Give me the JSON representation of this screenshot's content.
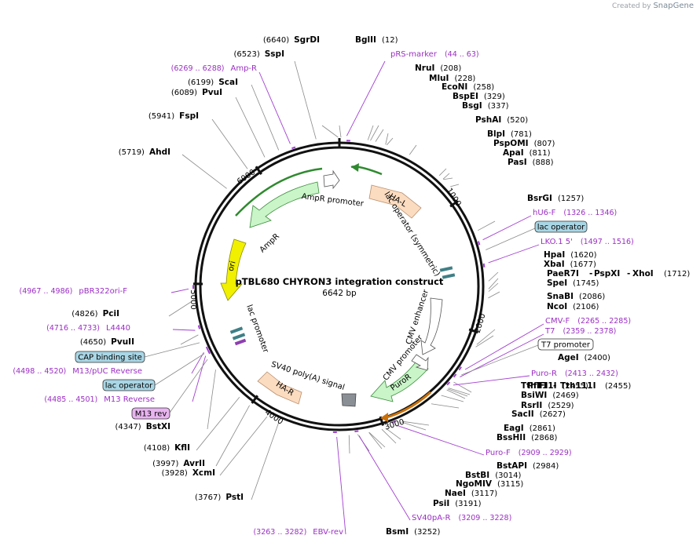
{
  "brand": {
    "prefix": "Created by",
    "name": "SnapGene"
  },
  "title": "pTBL680 CHYRON3 integration construct",
  "length_label": "6642 bp",
  "ticks": [
    "1000",
    "2000",
    "3000",
    "4000",
    "5000",
    "6000"
  ],
  "features": [
    {
      "name": "HA-L",
      "color": "#fcdcc0"
    },
    {
      "name": "HA-R",
      "color": "#fcdcc0"
    },
    {
      "name": "AmpR",
      "color": "#c9f5c9"
    },
    {
      "name": "ori",
      "color": "#f0f000"
    },
    {
      "name": "PuroR",
      "color": "#c9f5c9"
    },
    {
      "name": "AmpR promoter",
      "color": "#ffffff"
    },
    {
      "name": "CMV promoter",
      "color": "#ffffff"
    },
    {
      "name": "CMV enhancer",
      "color": "#ffffff"
    },
    {
      "name": "lac operator (symmetric)",
      "color": "#3f7f86"
    },
    {
      "name": "lac promoter",
      "color": "#ffffff"
    },
    {
      "name": "SV40 poly(A) signal",
      "color": "#8a8f96"
    }
  ],
  "site_labels": [
    {
      "pos": "(6640)",
      "name": "SgrDI"
    },
    {
      "pos": "(12)",
      "name": "BglII"
    },
    {
      "pos": "(6523)",
      "name": "SspI"
    },
    {
      "pos": "(208)",
      "name": "NruI"
    },
    {
      "pos": "(228)",
      "name": "MluI"
    },
    {
      "pos": "(258)",
      "name": "EcoNI"
    },
    {
      "pos": "(329)",
      "name": "BspEI"
    },
    {
      "pos": "(337)",
      "name": "BsgI"
    },
    {
      "pos": "(6199)",
      "name": "ScaI"
    },
    {
      "pos": "(6089)",
      "name": "PvuI"
    },
    {
      "pos": "(520)",
      "name": "PshAI"
    },
    {
      "pos": "(5941)",
      "name": "FspI"
    },
    {
      "pos": "(781)",
      "name": "BlpI"
    },
    {
      "pos": "(807)",
      "name": "PspOMI"
    },
    {
      "pos": "(811)",
      "name": "ApaI"
    },
    {
      "pos": "(888)",
      "name": "PasI"
    },
    {
      "pos": "(5719)",
      "name": "AhdI"
    },
    {
      "pos": "(1257)",
      "name": "BsrGI"
    },
    {
      "pos": "(1620)",
      "name": "HpaI"
    },
    {
      "pos": "(1677)",
      "name": "XbaI"
    },
    {
      "pos": "(1745)",
      "name": "SpeI"
    },
    {
      "pos": "(2086)",
      "name": "SnaBI"
    },
    {
      "pos": "(2106)",
      "name": "NcoI"
    },
    {
      "pos": "(4826)",
      "name": "PciI"
    },
    {
      "pos": "(4650)",
      "name": "PvuII"
    },
    {
      "pos": "(2400)",
      "name": "AgeI"
    },
    {
      "pos": "(2455)",
      "name": "Tth111I"
    },
    {
      "pos": "(2469)",
      "name": "BsiWI"
    },
    {
      "pos": "(2529)",
      "name": "RsrII"
    },
    {
      "pos": "(2627)",
      "name": "SacII"
    },
    {
      "pos": "(4347)",
      "name": "BstXI"
    },
    {
      "pos": "(2861)",
      "name": "EagI"
    },
    {
      "pos": "(2868)",
      "name": "BssHII"
    },
    {
      "pos": "(4108)",
      "name": "KflI"
    },
    {
      "pos": "(2984)",
      "name": "BstAPI"
    },
    {
      "pos": "(3997)",
      "name": "AvrII"
    },
    {
      "pos": "(3928)",
      "name": "XcmI"
    },
    {
      "pos": "(3014)",
      "name": "BstBI"
    },
    {
      "pos": "(3115)",
      "name": "NgoMIV"
    },
    {
      "pos": "(3117)",
      "name": "NaeI"
    },
    {
      "pos": "(3767)",
      "name": "PstI"
    },
    {
      "pos": "(3191)",
      "name": "PsiI"
    },
    {
      "pos": "(3252)",
      "name": "BsmI"
    }
  ],
  "multi_sites": [
    {
      "names": [
        "PaeR7I",
        "-",
        "PspXI",
        "-",
        "XhoI"
      ],
      "pos": "(1712)"
    },
    {
      "names": [
        "PflFI",
        "-",
        "Tth111I"
      ],
      "pos": "(2455)"
    }
  ],
  "primers": [
    {
      "name": "pRS-marker",
      "range": "(44 .. 63)"
    },
    {
      "name": "Amp-R",
      "range": "(6269 .. 6288)"
    },
    {
      "name": "hU6-F",
      "range": "(1326 .. 1346)"
    },
    {
      "name": "LKO.1 5'",
      "range": "(1497 .. 1516)"
    },
    {
      "name": "pBR322ori-F",
      "range": "(4967 .. 4986)"
    },
    {
      "name": "L4440",
      "range": "(4716 .. 4733)"
    },
    {
      "name": "CMV-F",
      "range": "(2265 .. 2285)"
    },
    {
      "name": "T7",
      "range": "(2359 .. 2378)"
    },
    {
      "name": "M13/pUC Reverse",
      "range": "(4498 .. 4520)"
    },
    {
      "name": "Puro-R",
      "range": "(2413 .. 2432)"
    },
    {
      "name": "M13 Reverse",
      "range": "(4485 .. 4501)"
    },
    {
      "name": "Puro-F",
      "range": "(2909 .. 2929)"
    },
    {
      "name": "SV40pA-R",
      "range": "(3209 .. 3228)"
    },
    {
      "name": "EBV-rev",
      "range": "(3263 .. 3282)"
    }
  ],
  "boxed_labels": [
    {
      "text": "lac operator",
      "fill": "#a9d6e5"
    },
    {
      "text": "T7 promoter",
      "fill": "#ffffff"
    },
    {
      "text": "CAP binding site",
      "fill": "#a9d6e5"
    },
    {
      "text": "lac operator",
      "fill": "#a9d6e5"
    },
    {
      "text": "M13 rev",
      "fill": "#e8b4f0"
    }
  ]
}
